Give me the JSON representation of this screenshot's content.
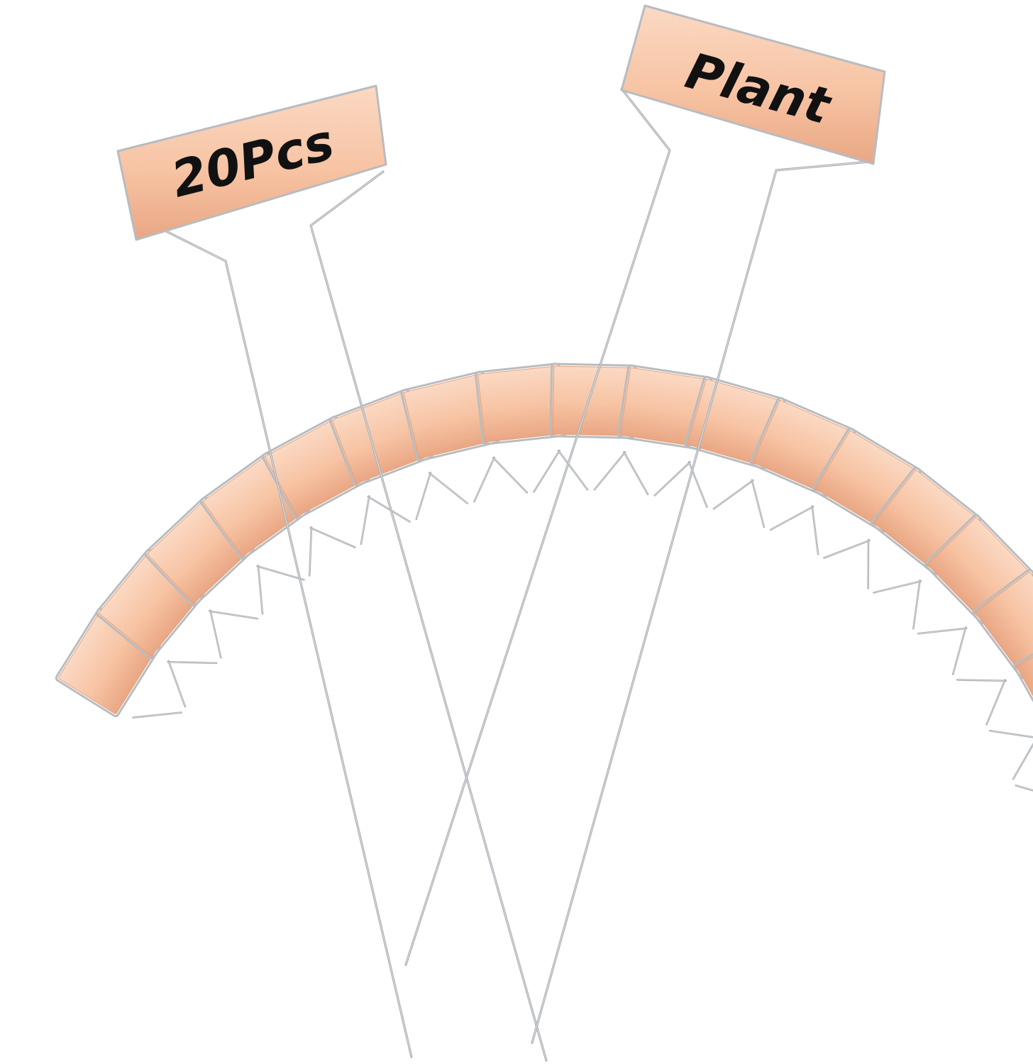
{
  "image": {
    "subject": "plant-label-stakes",
    "featured_labels": [
      {
        "text": "20Pcs"
      },
      {
        "text": "Plant"
      }
    ],
    "fanned_stake_count": 18,
    "colors": {
      "background": "#ffffff",
      "plate_fill": "#f7c3a3",
      "plate_highlight": "#fbd9c3",
      "plate_shadow": "#e9a784",
      "wire": "#a9adb2",
      "wire_light": "#d9dcdf",
      "ink": "#111111"
    }
  }
}
